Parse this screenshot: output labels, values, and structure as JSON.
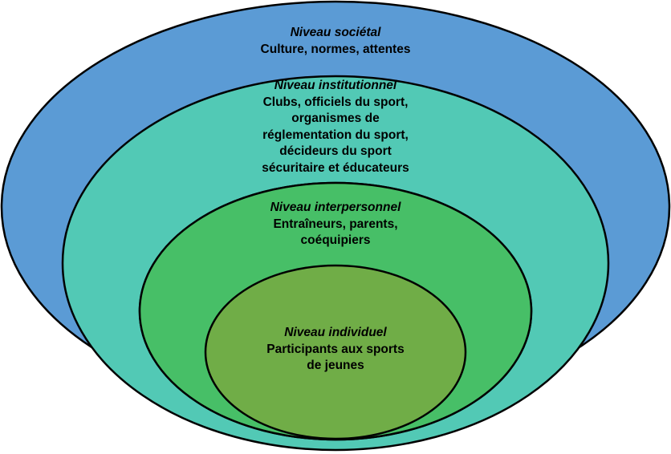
{
  "diagram": {
    "type": "nested-ellipses",
    "levels": [
      {
        "id": "societal",
        "title": "Niveau sociétal",
        "description_lines": [
          "Culture, normes, attentes"
        ],
        "color": "#5B9BD5"
      },
      {
        "id": "institutional",
        "title": "Niveau institutionnel",
        "description_lines": [
          "Clubs, officiels du sport,",
          "organismes de",
          "réglementation du sport,",
          "décideurs du sport",
          "sécuritaire et éducateurs"
        ],
        "color": "#52C9B5"
      },
      {
        "id": "interpersonal",
        "title": "Niveau interpersonnel",
        "description_lines": [
          "Entraîneurs, parents,",
          "coéquipiers"
        ],
        "color": "#47BF67"
      },
      {
        "id": "individual",
        "title": "Niveau individuel",
        "description_lines": [
          "Participants aux sports",
          "de jeunes"
        ],
        "color": "#70AD47"
      }
    ],
    "outline_color": "#000000"
  }
}
